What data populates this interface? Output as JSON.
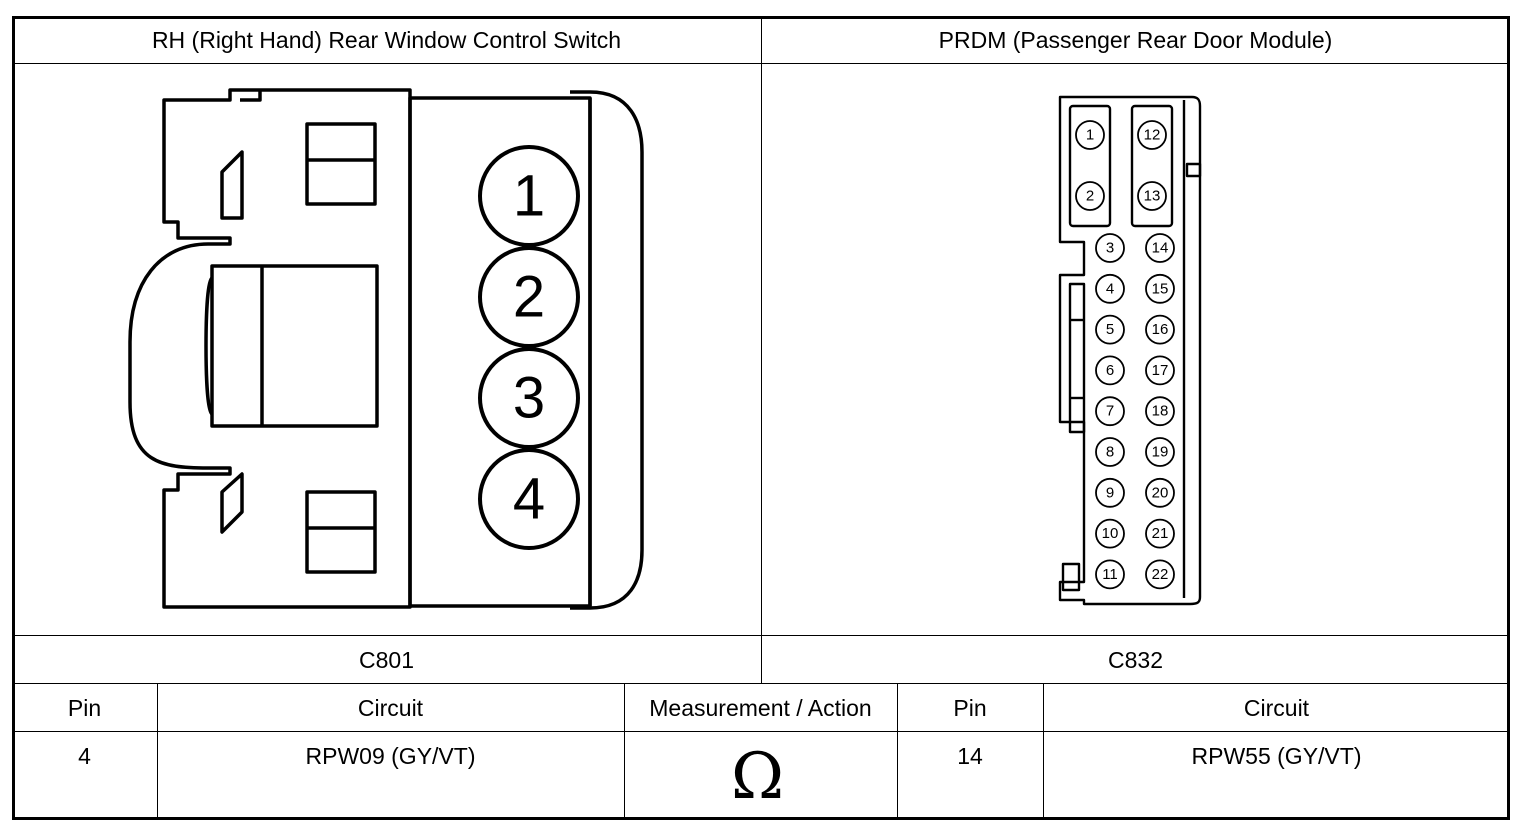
{
  "left_connector": {
    "title": "RH (Right Hand) Rear Window Control Switch",
    "connector_id": "C801",
    "pins": [
      "1",
      "2",
      "3",
      "4"
    ]
  },
  "right_connector": {
    "title": "PRDM (Passenger Rear Door Module)",
    "connector_id": "C832",
    "pins_left_column": [
      "1",
      "2",
      "3",
      "4",
      "5",
      "6",
      "7",
      "8",
      "9",
      "10",
      "11"
    ],
    "pins_right_column": [
      "12",
      "13",
      "14",
      "15",
      "16",
      "17",
      "18",
      "19",
      "20",
      "21",
      "22"
    ]
  },
  "table": {
    "headers": {
      "pin_left": "Pin",
      "circuit_left": "Circuit",
      "measurement": "Measurement / Action",
      "pin_right": "Pin",
      "circuit_right": "Circuit"
    },
    "row": {
      "pin_left": "4",
      "circuit_left": "RPW09 (GY/VT)",
      "measurement_symbol": "Ω",
      "pin_right": "14",
      "circuit_right": "RPW55 (GY/VT)"
    }
  }
}
